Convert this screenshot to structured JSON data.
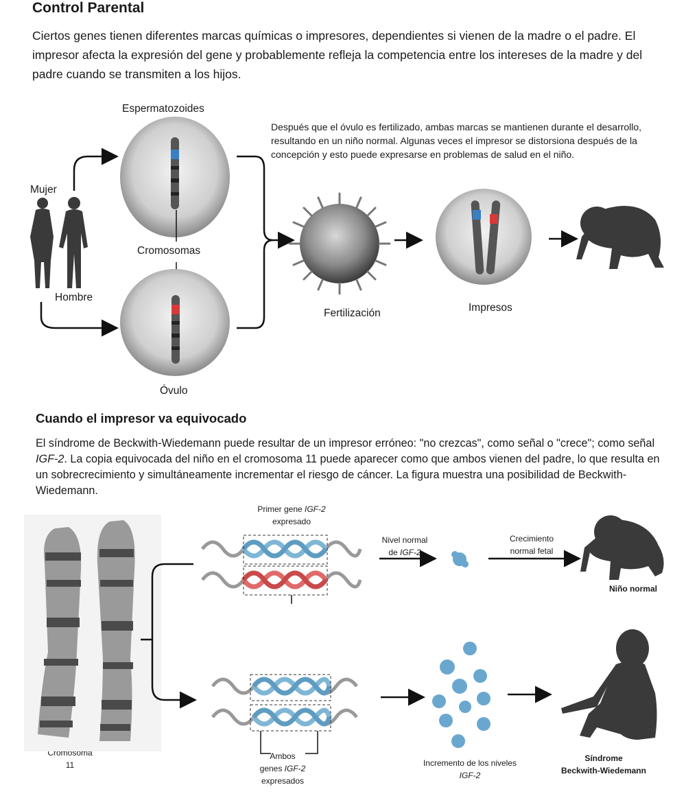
{
  "section1": {
    "title": "Control Parental",
    "paragraph": "Ciertos genes tienen diferentes marcas químicas o impresores, dependientes si vienen de la madre o el padre. El impresor afecta la expresión del gene y probablemente refleja la competencia entre los intereses de la madre y del padre cuando se transmiten a los hijos.",
    "note": "Después que el óvulo es fertilizado, ambas marcas se mantienen durante el desarrollo, resultando en un niño normal. Algunas veces el impresor se distorsiona después de la concepción y esto puede expresarse en problemas de salud en el niño.",
    "labels": {
      "sperm": "Espermatozoides",
      "woman": "Mujer",
      "man": "Hombre",
      "chromosomes": "Cromosomas",
      "egg": "Óvulo",
      "fertilization": "Fertilización",
      "imprinted": "Impresos"
    }
  },
  "section2": {
    "title": "Cuando el impresor va equivocado",
    "paragraph_part1": "El síndrome de Beckwith-Wiedemann puede resultar de un impresor erróneo: \"no crezcas\", como señal o \"crece\"; como señal ",
    "paragraph_em": "IGF-2",
    "paragraph_part2": ". La copia equivocada del niño en el cromosoma 11 puede aparecer como que ambos vienen del padre, lo que resulta en un sobrecrecimiento y simultáneamente incrementar el riesgo de cáncer. La figura muestra una posibilidad de Beckwith-Wiedemann.",
    "labels": {
      "first_gene_a": "Primer gene ",
      "first_gene_em": "IGF-2",
      "first_gene_b": "expresado",
      "normal_level_a": "Nivel normal",
      "normal_level_b": "de ",
      "normal_level_em": "IGF-2",
      "growth_a": "Crecimiento",
      "growth_b": "normal fetal",
      "normal_child": "Niño normal",
      "chromosome_a": "Cromosoma",
      "chromosome_b": "11",
      "both_a": "Ambos",
      "both_b": "genes ",
      "both_em": "IGF-2",
      "both_c": "expresados",
      "increase_a": "Incremento de los niveles",
      "increase_em": "IGF-2",
      "syndrome_a": "Síndrome",
      "syndrome_b": "Beckwith-Wiedemann"
    }
  },
  "colors": {
    "paternal_blue": "#3a7fc4",
    "maternal_red": "#d83a3a",
    "helix_blue": "#7fb6d6",
    "helix_red": "#e06a6a",
    "silhouette": "#3a3a3a",
    "arrow": "#111111"
  }
}
